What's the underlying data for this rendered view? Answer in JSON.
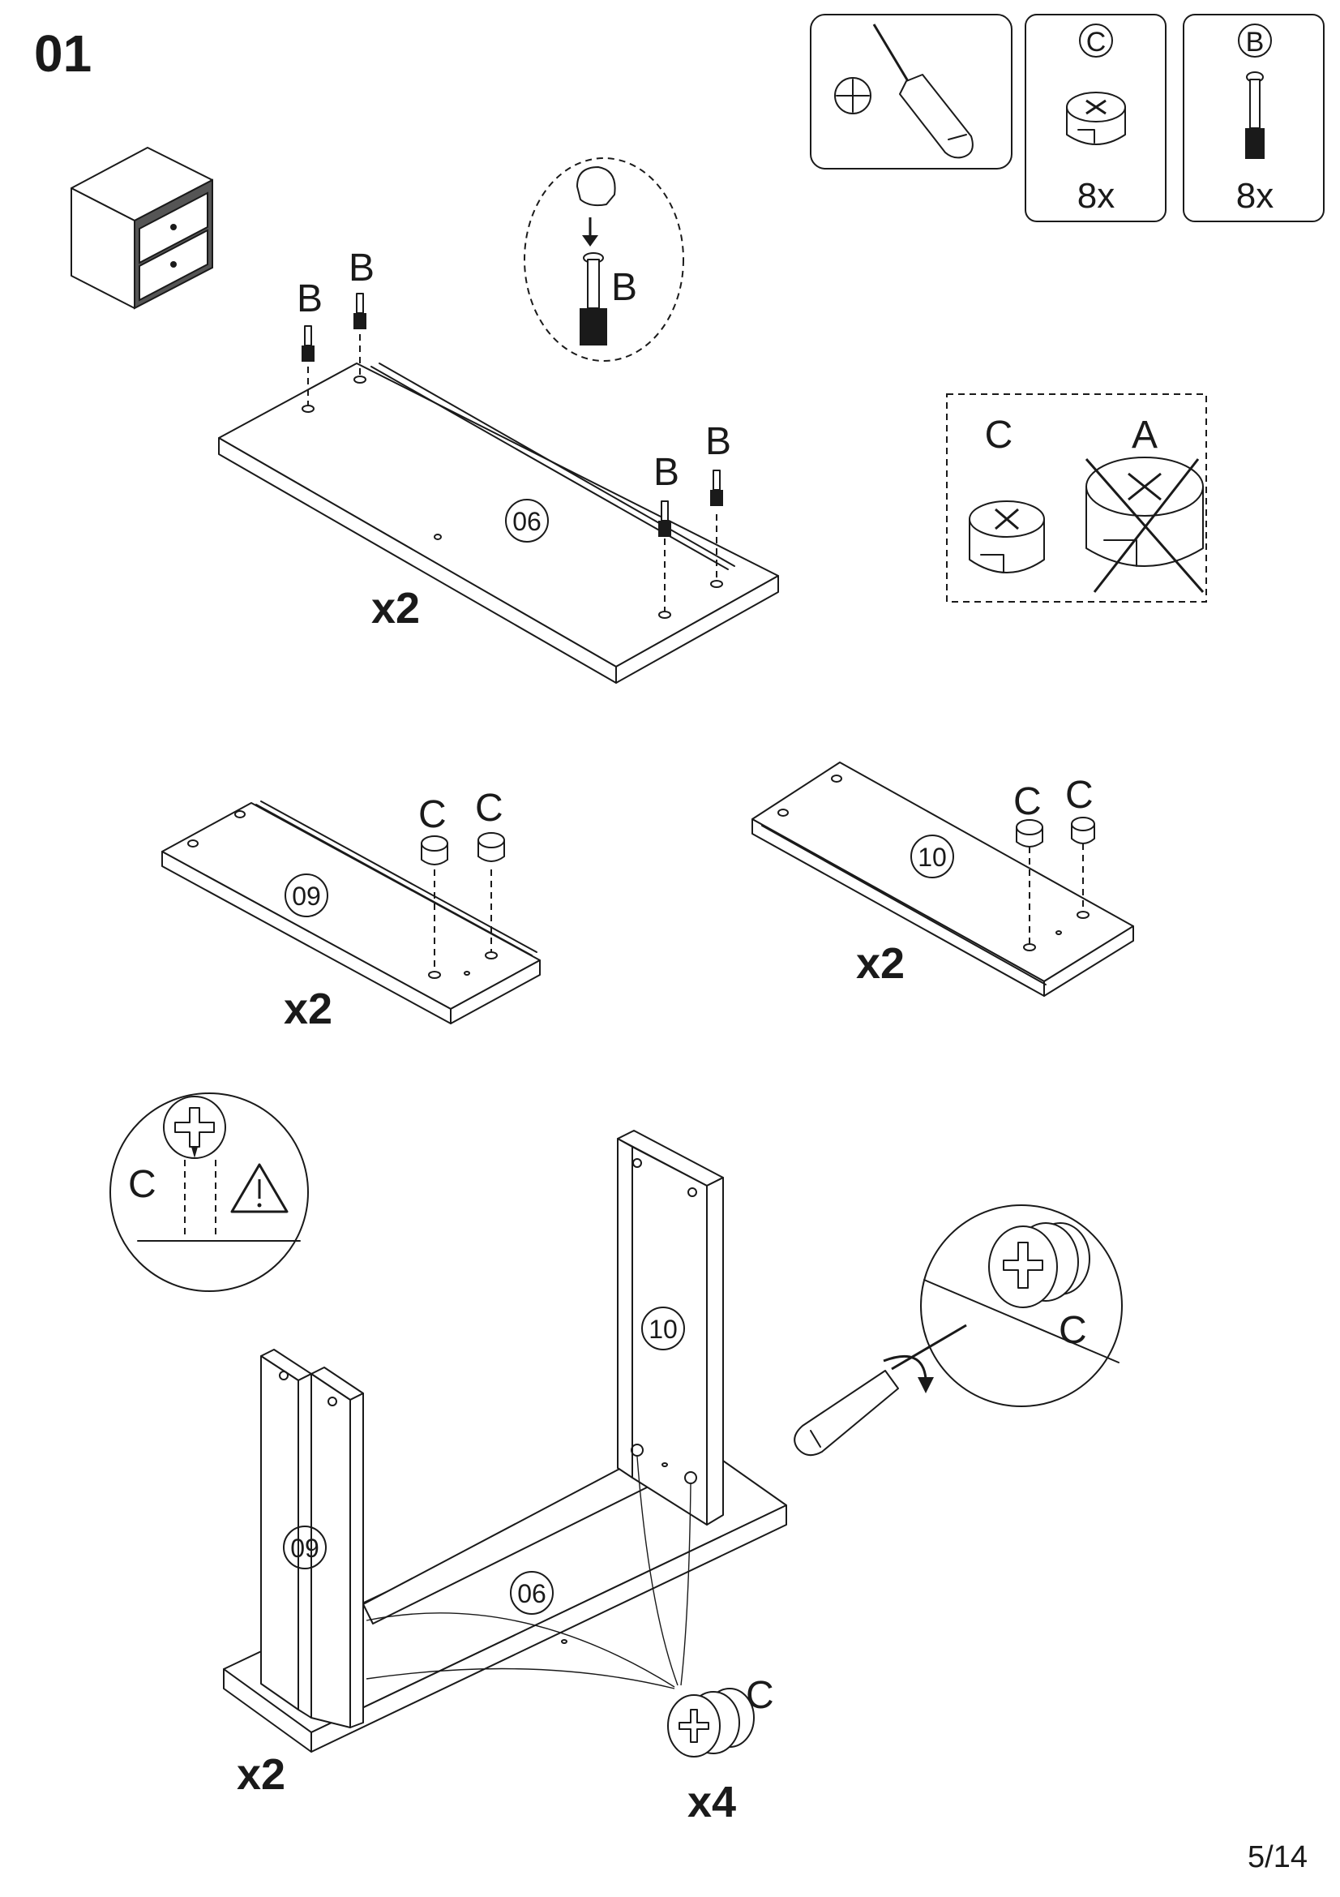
{
  "step": "01",
  "page": "5/14",
  "parts": {
    "screwdriver": "phillips-screwdriver",
    "c": {
      "letter": "C",
      "count": "8x"
    },
    "b": {
      "letter": "B",
      "count": "8x"
    }
  },
  "compare": {
    "correct": "C",
    "wrong": "A"
  },
  "letters": {
    "b": "B",
    "c": "C"
  },
  "panels": {
    "p06": "06",
    "p09": "09",
    "p10": "10"
  },
  "multipliers": {
    "x2": "x2",
    "x4": "x4"
  }
}
